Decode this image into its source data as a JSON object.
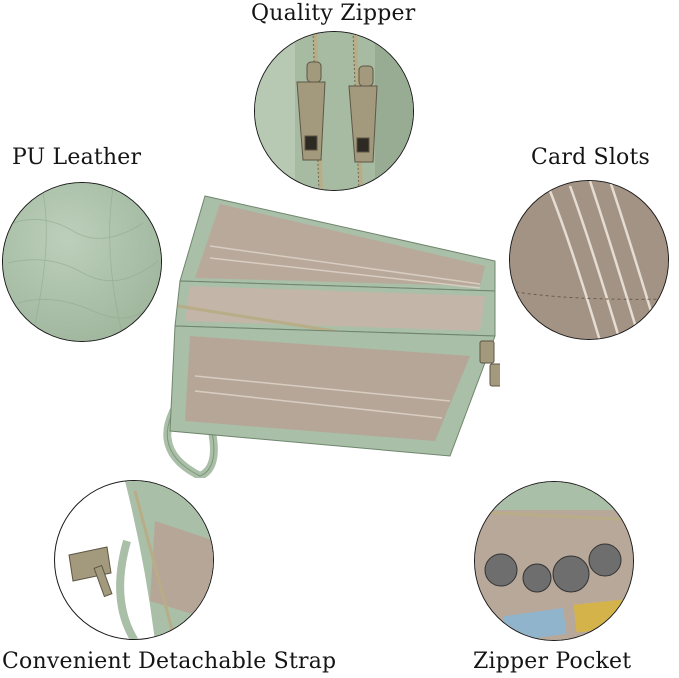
{
  "labels": {
    "quality_zipper": "Quality Zipper",
    "pu_leather": "PU Leather",
    "card_slots": "Card Slots",
    "detachable_strap": "Convenient Detachable Strap",
    "zipper_pocket": "Zipper Pocket"
  },
  "colors": {
    "sage_green": "#a9bfa7",
    "inner_taupe": "#b5a698",
    "zipper_brass": "#a39a7d",
    "outline": "#1a1a1a"
  }
}
